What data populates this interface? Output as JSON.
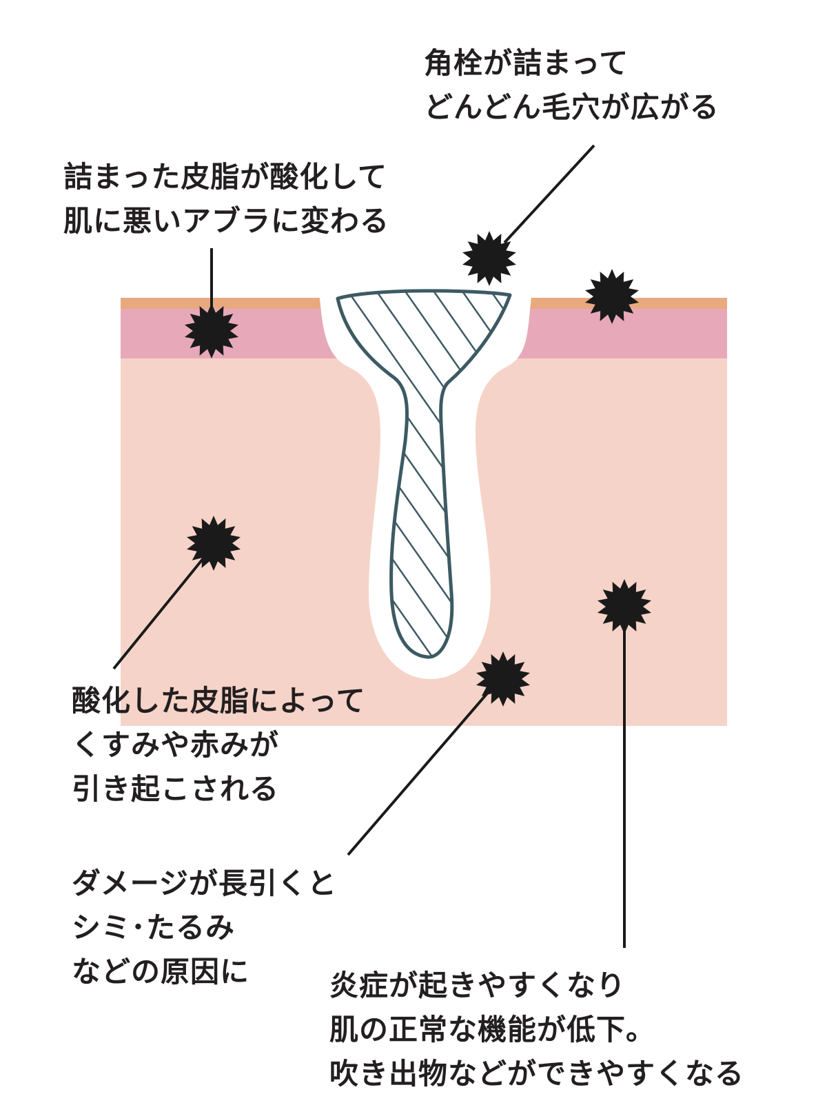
{
  "colors": {
    "epidermis_top": "#e8a97f",
    "epidermis": "#e7a9b9",
    "dermis": "#f6d3c8",
    "pore_gap": "#ffffff",
    "sebum_plug_stroke": "#3d5a63",
    "marker": "#1a1a1a",
    "leader_line": "#1a1a1a"
  },
  "icons": {
    "marker": "starburst-icon"
  },
  "labels": {
    "top": {
      "line1": "角栓が詰まって",
      "line2": "どんどん毛穴が広がる"
    },
    "left_top": {
      "line1": "詰まった皮脂が酸化して",
      "line2": "肌に悪いアブラに変わる"
    },
    "left_mid": {
      "line1": "酸化した皮脂によって",
      "line2": "くすみや赤みが",
      "line3": "引き起こされる"
    },
    "left_bottom": {
      "line1": "ダメージが長引くと",
      "line2": "シミ･たるみ",
      "line3": "などの原因に"
    },
    "right_bottom": {
      "line1": "炎症が起きやすくなり",
      "line2": "肌の正常な機能が低下。",
      "line3": "吹き出物などができやすくなる"
    }
  }
}
